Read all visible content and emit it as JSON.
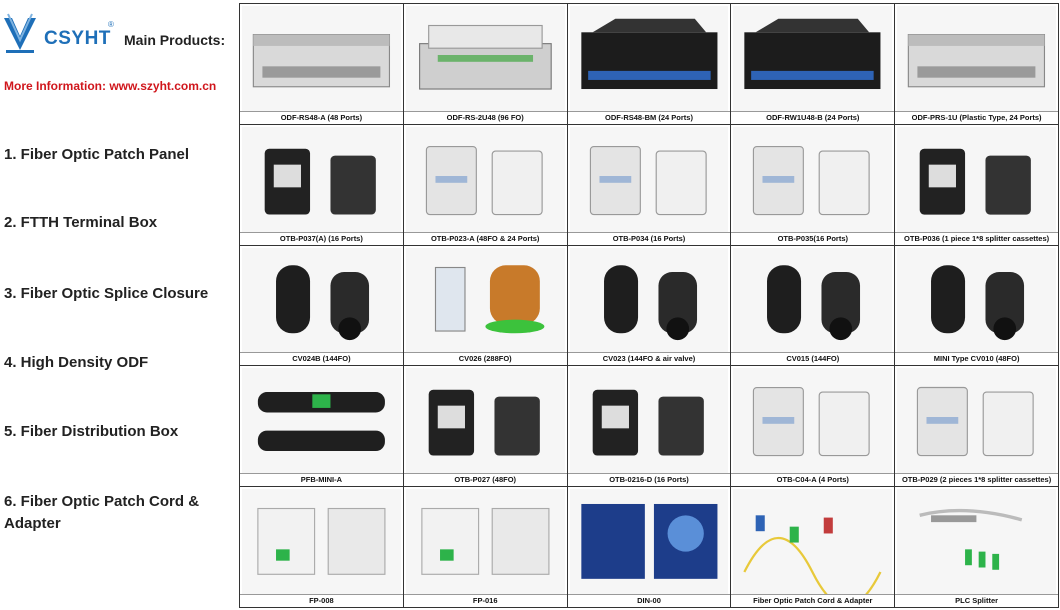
{
  "brand": {
    "name": "CSYHT",
    "registered": "®",
    "tagline": "Main Products:",
    "more_info": "More Information: www.szyht.com.cn",
    "color": "#1e6fb8",
    "accent": "#d0161c"
  },
  "categories": [
    "1. Fiber Optic Patch Panel",
    "2. FTTH Terminal Box",
    "3. Fiber Optic Splice Closure",
    "4. High Density ODF",
    "5. Fiber Distribution Box",
    "6. Fiber Optic Patch Cord & Adapter"
  ],
  "products": [
    {
      "caption": "ODF-RS48-A (48 Ports)",
      "kind": "rack-silver"
    },
    {
      "caption": "ODF-RS-2U48 (96 FO)",
      "kind": "rack-open"
    },
    {
      "caption": "ODF-RS48-BM (24 Ports)",
      "kind": "rack-black"
    },
    {
      "caption": "ODF-RW1U48-B (24 Ports)",
      "kind": "rack-black"
    },
    {
      "caption": "ODF-PRS-1U (Plastic Type, 24 Ports)",
      "kind": "rack-silver"
    },
    {
      "caption": "OTB-P037(A) (16 Ports)",
      "kind": "box-black"
    },
    {
      "caption": "OTB-P023-A (48FO & 24 Ports)",
      "kind": "box-white"
    },
    {
      "caption": "OTB-P034 (16 Ports)",
      "kind": "box-white"
    },
    {
      "caption": "OTB-P035(16 Ports)",
      "kind": "box-white"
    },
    {
      "caption": "OTB-P036 (1 piece 1*8 splitter cassettes)",
      "kind": "box-black"
    },
    {
      "caption": "CV024B (144FO)",
      "kind": "dome-black"
    },
    {
      "caption": "CV026 (288FO)",
      "kind": "dome-orange"
    },
    {
      "caption": "CV023 (144FO & air valve)",
      "kind": "dome-black"
    },
    {
      "caption": "CV015 (144FO)",
      "kind": "dome-black"
    },
    {
      "caption": "MINI Type CV010 (48FO)",
      "kind": "dome-black"
    },
    {
      "caption": "PFB-MINI-A",
      "kind": "inline-black"
    },
    {
      "caption": "OTB-P027 (48FO)",
      "kind": "box-black"
    },
    {
      "caption": "OTB-0216-D (16 Ports)",
      "kind": "box-black"
    },
    {
      "caption": "OTB-C04-A (4 Ports)",
      "kind": "box-white"
    },
    {
      "caption": "OTB-P029 (2 pieces 1*8 splitter cassettes)",
      "kind": "box-white"
    },
    {
      "caption": "FP-008",
      "kind": "faceplate"
    },
    {
      "caption": "FP-016",
      "kind": "faceplate"
    },
    {
      "caption": "DIN-00",
      "kind": "din-blue"
    },
    {
      "caption": "Fiber Optic Patch Cord & Adapter",
      "kind": "cords"
    },
    {
      "caption": "PLC Splitter",
      "kind": "splitter"
    }
  ]
}
